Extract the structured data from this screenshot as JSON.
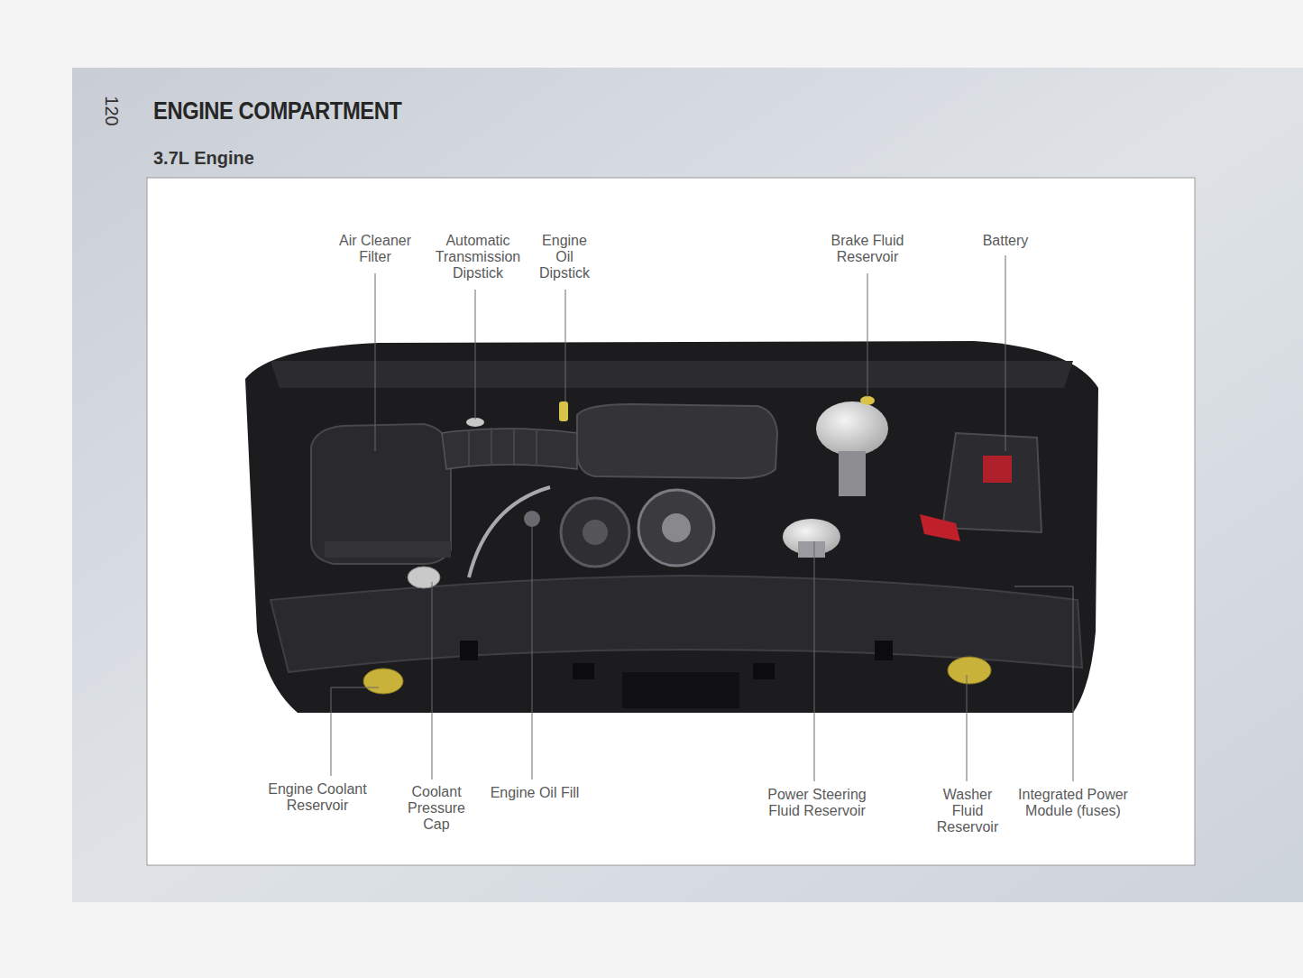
{
  "diagram": {
    "title": "ENGINE COMPARTMENT",
    "labels": [
      "120",
      "3.7L Engine",
      "Air Cleaner Filter",
      "Automatic Transmission Dipstick",
      "Engine Oil Dipstick",
      "Brake Fluid Reservoir",
      "Battery",
      "Engine Coolant Reservoir",
      "Coolant Pressure Cap",
      "Engine Oil Fill",
      "Power Steering Fluid Reservoir",
      "Washer Fluid Reservoir",
      "Integrated Power Module (fuses)"
    ]
  }
}
